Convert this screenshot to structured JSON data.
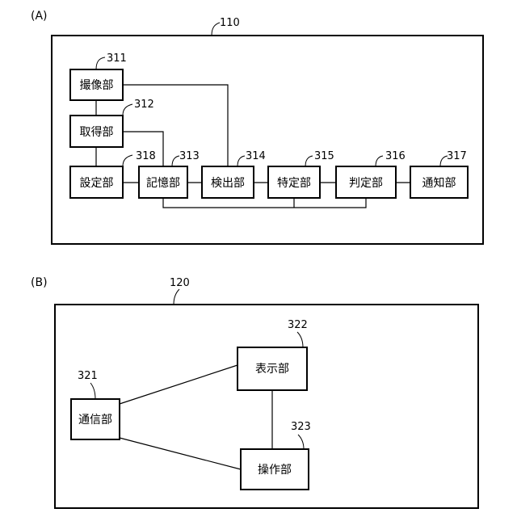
{
  "panel_a": {
    "label": "(A)",
    "ref": "110",
    "blocks": {
      "imaging": {
        "label": "撮像部",
        "ref": "311"
      },
      "acquisition": {
        "label": "取得部",
        "ref": "312"
      },
      "setting": {
        "label": "設定部",
        "ref": "318"
      },
      "storage": {
        "label": "記憶部",
        "ref": "313"
      },
      "detection": {
        "label": "検出部",
        "ref": "314"
      },
      "identification": {
        "label": "特定部",
        "ref": "315"
      },
      "determination": {
        "label": "判定部",
        "ref": "316"
      },
      "notification": {
        "label": "通知部",
        "ref": "317"
      }
    }
  },
  "panel_b": {
    "label": "(B)",
    "ref": "120",
    "blocks": {
      "communication": {
        "label": "通信部",
        "ref": "321"
      },
      "display": {
        "label": "表示部",
        "ref": "322"
      },
      "operation": {
        "label": "操作部",
        "ref": "323"
      }
    }
  }
}
